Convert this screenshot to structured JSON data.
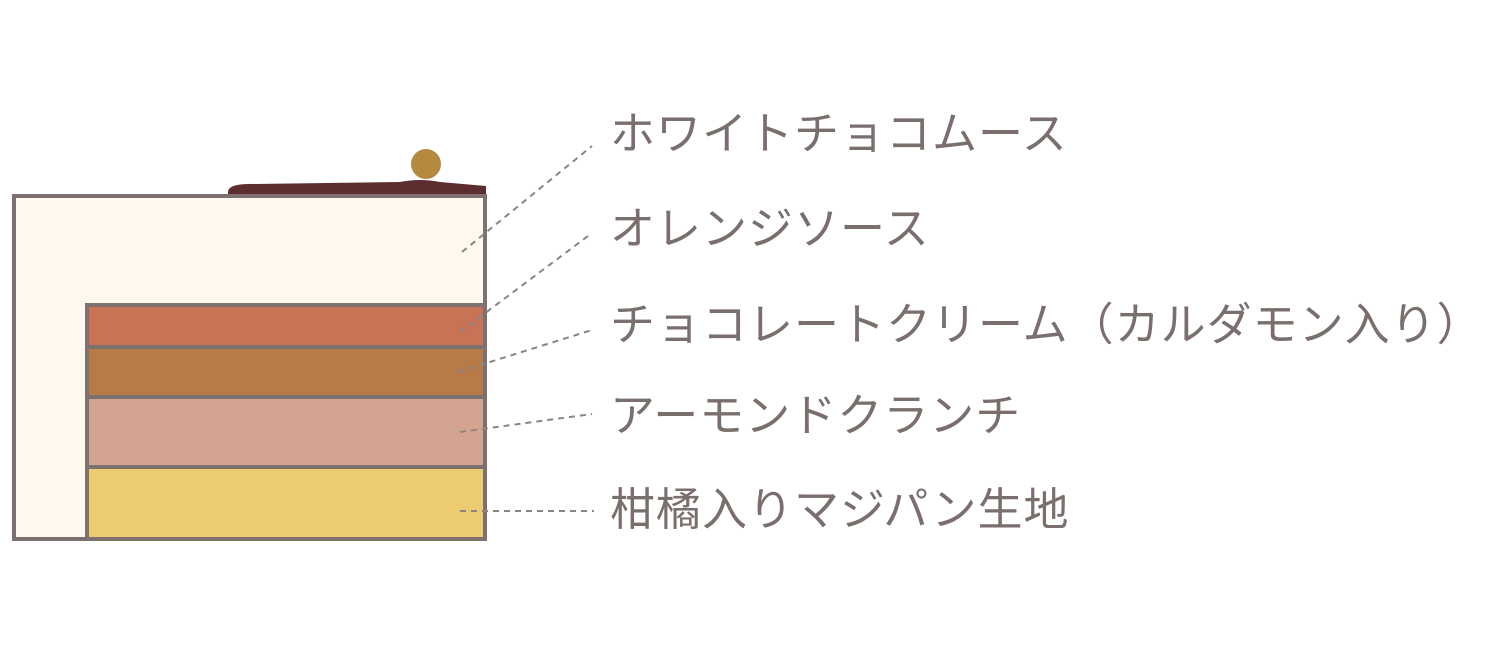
{
  "diagram": {
    "layers": [
      {
        "key": "mousse",
        "label": "ホワイトチョコムース",
        "color": "#fff8ee"
      },
      {
        "key": "sauce",
        "label": "オレンジソース",
        "color": "#c87256"
      },
      {
        "key": "cream",
        "label": "チョコレートクリーム（カルダモン入り）",
        "color": "#b87a46"
      },
      {
        "key": "crunch",
        "label": "アーモンドクランチ",
        "color": "#d3a590"
      },
      {
        "key": "base",
        "label": "柑橘入りマジパン生地",
        "color": "#edcb71"
      }
    ],
    "colors": {
      "outline": "#7d716f",
      "topping": "#5c2e2e",
      "ball": "#b5893f",
      "leader": "#8c8482",
      "text": "#7a6f6d"
    }
  }
}
